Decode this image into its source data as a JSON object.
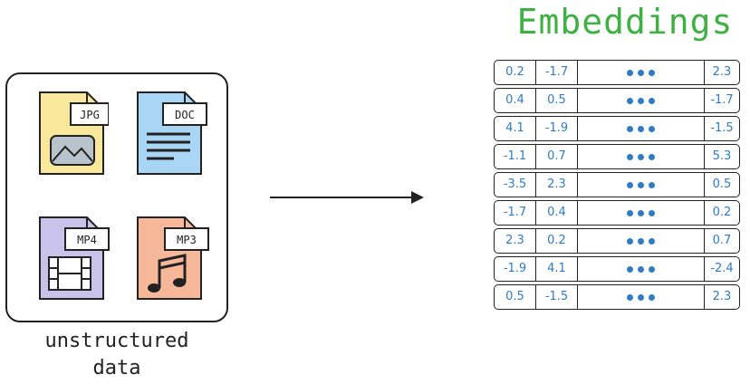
{
  "title": "Embeddings",
  "caption": {
    "line1": "unstructured",
    "line2": "data"
  },
  "files": [
    {
      "label": "JPG",
      "color": "#f9e79b",
      "icon": "image-icon"
    },
    {
      "label": "DOC",
      "color": "#a9d6f5",
      "icon": "text-lines-icon"
    },
    {
      "label": "MP4",
      "color": "#c9c3eb",
      "icon": "film-icon"
    },
    {
      "label": "MP3",
      "color": "#f7b89a",
      "icon": "music-note-icon"
    }
  ],
  "colors": {
    "title": "#3fb143",
    "values": "#2f7cc6",
    "stroke": "#222222"
  },
  "embeddings": {
    "ellipsis": "•••",
    "rows": [
      {
        "a": "0.2",
        "b": "-1.7",
        "z": "2.3"
      },
      {
        "a": "0.4",
        "b": "0.5",
        "z": "-1.7"
      },
      {
        "a": "4.1",
        "b": "-1.9",
        "z": "-1.5"
      },
      {
        "a": "-1.1",
        "b": "0.7",
        "z": "5.3"
      },
      {
        "a": "-3.5",
        "b": "2.3",
        "z": "0.5"
      },
      {
        "a": "-1.7",
        "b": "0.4",
        "z": "0.2"
      },
      {
        "a": "2.3",
        "b": "0.2",
        "z": "0.7"
      },
      {
        "a": "-1.9",
        "b": "4.1",
        "z": "-2.4"
      },
      {
        "a": "0.5",
        "b": "-1.5",
        "z": "2.3"
      }
    ]
  }
}
